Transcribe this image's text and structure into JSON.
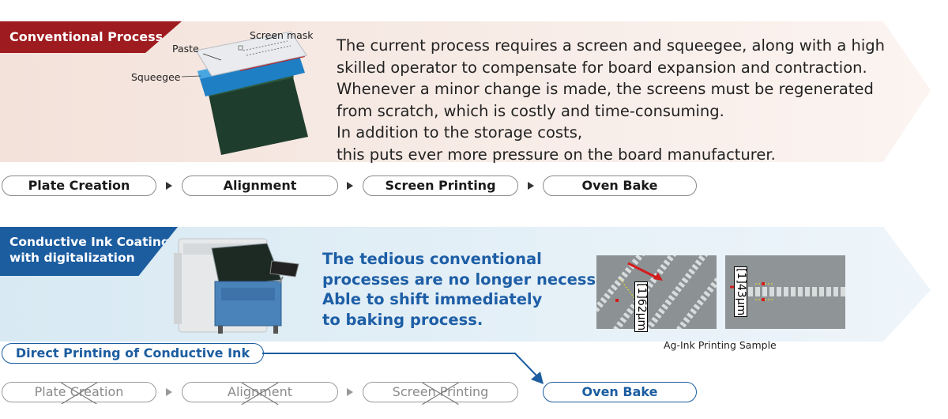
{
  "conventional": {
    "tag": "Conventional Process",
    "callouts": {
      "screen_mask": "Screen mask",
      "paste": "Paste",
      "squeegee": "Squeegee"
    },
    "description": [
      "The current process requires a screen and squeegee, along with a high",
      "skilled operator to compensate for board expansion and contraction.",
      "Whenever a minor change is made, the screens must be regenerated",
      "from scratch, which is costly and time-consuming.",
      "In addition to the storage costs,",
      "this puts ever more pressure on the board manufacturer."
    ],
    "steps": [
      "Plate Creation",
      "Alignment",
      "Screen Printing",
      "Oven Bake"
    ]
  },
  "digital": {
    "tag": [
      "Conductive Ink Coating",
      "with digitalization"
    ],
    "description": [
      "The tedious conventional",
      "processes are no longer necessary.",
      "Able to shift immediately",
      "to baking process."
    ],
    "direct_step": "Direct Printing of Conductive Ink",
    "steps": [
      "Plate Creation",
      "Alignment",
      "Screen Printing",
      "Oven Bake"
    ],
    "sample_caption": "Ag-Ink Printing Sample",
    "measurements": [
      "[1]62μm",
      "[1]43μm"
    ]
  },
  "colors": {
    "conventional_accent": "#9e1b1f",
    "digital_accent": "#1c5da0",
    "conventional_band": "#f3e3dc",
    "digital_band": "#dcebf4"
  }
}
